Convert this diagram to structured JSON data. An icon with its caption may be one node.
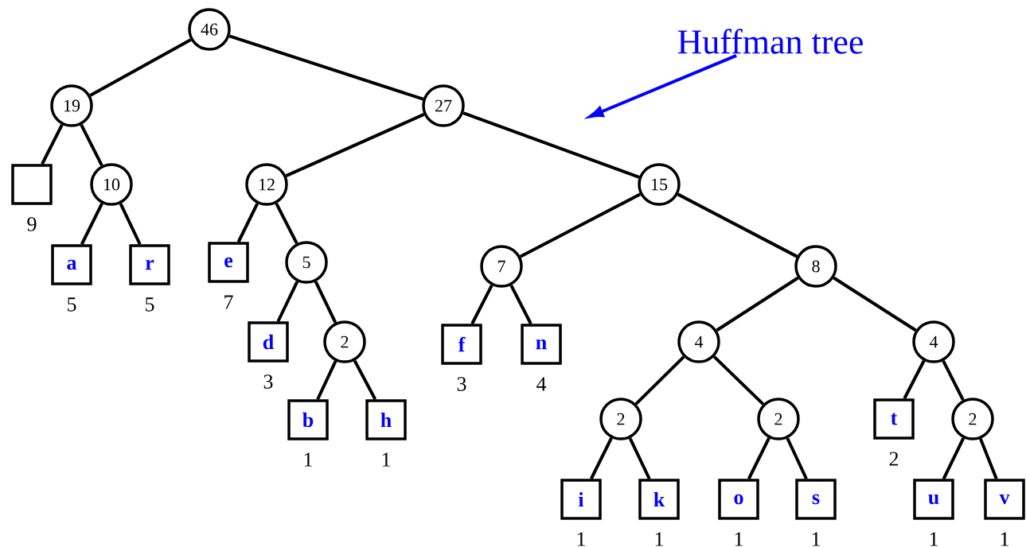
{
  "diagram": {
    "nodes": [
      {
        "text": [
          "46"
        ]
      },
      {
        "text": [
          "19"
        ]
      },
      {
        "text": [
          "27"
        ]
      },
      {
        "text": [],
        "shape": "box",
        "beside": [
          "9"
        ]
      },
      {
        "text": [
          "10"
        ]
      },
      {
        "text": [
          "a"
        ],
        "beside": [
          "5"
        ]
      },
      {
        "text": [
          "r"
        ],
        "beside": [
          "5"
        ]
      },
      {
        "text": [
          "12"
        ]
      },
      {
        "text": [
          "15"
        ]
      },
      {
        "text": [
          "e"
        ],
        "beside": [
          "7"
        ]
      },
      {
        "text": [
          "5"
        ]
      },
      {
        "text": [
          "d"
        ],
        "beside": [
          "3"
        ]
      },
      {
        "text": [
          "2"
        ]
      },
      {
        "text": [
          "b"
        ],
        "beside": [
          "1"
        ]
      },
      {
        "text": [
          "h"
        ],
        "beside": [
          "1"
        ]
      },
      {
        "text": [
          "7"
        ]
      },
      {
        "text": [
          "8"
        ]
      },
      {
        "text": [
          "f"
        ],
        "beside": [
          "3"
        ]
      },
      {
        "text": [
          "n"
        ],
        "beside": [
          "4"
        ]
      },
      {
        "text": [
          "4"
        ]
      },
      {
        "text": [
          "4"
        ]
      },
      {
        "text": [
          "2"
        ]
      },
      {
        "text": [
          "2"
        ]
      },
      {
        "text": [
          "t"
        ],
        "beside": [
          "2"
        ]
      },
      {
        "text": [
          "2"
        ]
      },
      {
        "text": [
          "i"
        ],
        "beside": [
          "1"
        ]
      },
      {
        "text": [
          "k"
        ],
        "beside": [
          "1"
        ]
      },
      {
        "text": [
          "o"
        ],
        "beside": [
          "1"
        ]
      },
      {
        "text": [
          "s"
        ],
        "beside": [
          "1"
        ]
      },
      {
        "text": [
          "u"
        ],
        "beside": [
          "1"
        ]
      },
      {
        "text": [
          "v"
        ],
        "beside": [
          "1"
        ]
      },
      {
        "text": [
          "Huffman tree"
        ]
      }
    ],
    "edges": [
      {
        "from": 0,
        "to": 1,
        "arrow": "none"
      },
      {
        "from": 0,
        "to": 2,
        "arrow": "none"
      },
      {
        "from": 1,
        "to": 3,
        "arrow": "none"
      },
      {
        "from": 1,
        "to": 4,
        "arrow": "none"
      },
      {
        "from": 4,
        "to": 5,
        "arrow": "none"
      },
      {
        "from": 4,
        "to": 6,
        "arrow": "none"
      },
      {
        "from": 2,
        "to": 7,
        "arrow": "none"
      },
      {
        "from": 2,
        "to": 8,
        "arrow": "none"
      },
      {
        "from": 7,
        "to": 9,
        "arrow": "none"
      },
      {
        "from": 7,
        "to": 10,
        "arrow": "none"
      },
      {
        "from": 10,
        "to": 11,
        "arrow": "none"
      },
      {
        "from": 10,
        "to": 12,
        "arrow": "none"
      },
      {
        "from": 12,
        "to": 13,
        "arrow": "none"
      },
      {
        "from": 12,
        "to": 14,
        "arrow": "none"
      },
      {
        "from": 8,
        "to": 15,
        "arrow": "none"
      },
      {
        "from": 8,
        "to": 16,
        "arrow": "none"
      },
      {
        "from": 15,
        "to": 17,
        "arrow": "none"
      },
      {
        "from": 15,
        "to": 18,
        "arrow": "none"
      },
      {
        "from": 16,
        "to": 19,
        "arrow": "none"
      },
      {
        "from": 16,
        "to": 20,
        "arrow": "none"
      },
      {
        "from": 19,
        "to": 21,
        "arrow": "none"
      },
      {
        "from": 19,
        "to": 22,
        "arrow": "none"
      },
      {
        "from": 20,
        "to": 23,
        "arrow": "none"
      },
      {
        "from": 20,
        "to": 24,
        "arrow": "none"
      },
      {
        "from": 21,
        "to": 25,
        "arrow": "none"
      },
      {
        "from": 21,
        "to": 26,
        "arrow": "none"
      },
      {
        "from": 22,
        "to": 27,
        "arrow": "none"
      },
      {
        "from": 22,
        "to": 28,
        "arrow": "none"
      },
      {
        "from": 24,
        "to": 29,
        "arrow": "none"
      },
      {
        "from": 24,
        "to": 30,
        "arrow": "none"
      },
      {
        "from": 31,
        "to": null,
        "arrow": "to",
        "color": "#0000ff"
      }
    ]
  }
}
